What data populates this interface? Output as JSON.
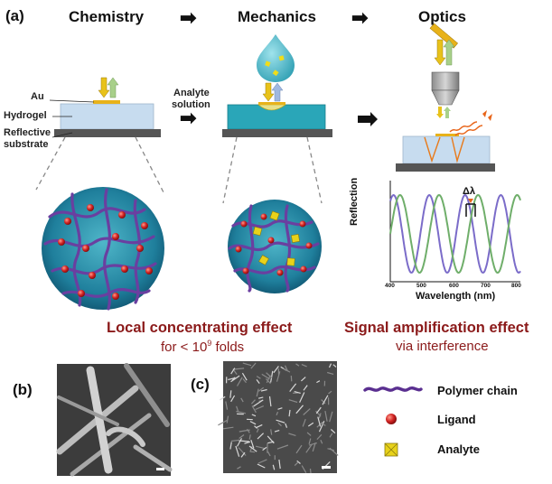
{
  "panel_labels": {
    "a": "(a)",
    "b": "(b)",
    "c": "(c)"
  },
  "stages": [
    "Chemistry",
    "Mechanics",
    "Optics"
  ],
  "arrow_glyph": "➡",
  "layers": {
    "au": "Au",
    "hydrogel": "Hydrogel",
    "reflective_line1": "Reflective",
    "reflective_line2": "substrate"
  },
  "analyte_solution": {
    "line1": "Analyte",
    "line2": "solution"
  },
  "effects": {
    "local": {
      "title": "Local concentrating effect",
      "sub": "for < 10",
      "sub_exp": "9",
      "sub_tail": " folds"
    },
    "signal": {
      "title": "Signal amplification effect",
      "sub": "via interference"
    }
  },
  "spectrum": {
    "ylabel": "Reflection",
    "xlabel": "Wavelength (nm)",
    "delta": "Δλ",
    "xticks": [
      "400",
      "500",
      "600",
      "700",
      "800"
    ]
  },
  "chart_data": {
    "type": "line",
    "title": "",
    "xlabel": "Wavelength (nm)",
    "ylabel": "Reflection",
    "xlim": [
      400,
      800
    ],
    "annotations": [
      "Δλ"
    ],
    "series": [
      {
        "period_nm": 110,
        "phase_nm": 410,
        "x_peaks": [
          410,
          520,
          630,
          740
        ]
      },
      {
        "period_nm": 120,
        "phase_nm": 430,
        "x_peaks": [
          430,
          550,
          670,
          790
        ]
      }
    ]
  },
  "legend": [
    {
      "label": "Polymer chain",
      "icon": "polymer-chain-icon"
    },
    {
      "label": "Ligand",
      "icon": "ligand-sphere-icon"
    },
    {
      "label": "Analyte",
      "icon": "analyte-cube-icon"
    }
  ],
  "colors": {
    "accent_red": "#8b1a1a",
    "polymer": "#6a3fa0",
    "ligand": "#cc1f1f",
    "analyte": "#e8d21a",
    "hydrogel": "#c7dcef",
    "hydrogel_swollen": "#2aa6b8",
    "substrate": "#555555",
    "gold": "#e8b21a",
    "series1": "#7b6cc9",
    "series2": "#6fae6a"
  }
}
